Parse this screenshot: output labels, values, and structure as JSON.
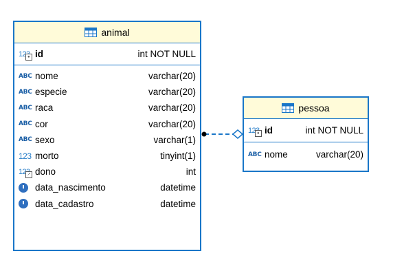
{
  "entities": {
    "animal": {
      "name": "animal",
      "pk": {
        "icon": "pk-number-icon",
        "name": "id",
        "type": "int NOT NULL"
      },
      "columns": [
        {
          "icon": "abc",
          "name": "nome",
          "type": "varchar(20)"
        },
        {
          "icon": "abc",
          "name": "especie",
          "type": "varchar(20)"
        },
        {
          "icon": "abc",
          "name": "raca",
          "type": "varchar(20)"
        },
        {
          "icon": "abc",
          "name": "cor",
          "type": "varchar(20)"
        },
        {
          "icon": "abc",
          "name": "sexo",
          "type": "varchar(1)"
        },
        {
          "icon": "num",
          "name": "morto",
          "type": "tinyint(1)"
        },
        {
          "icon": "fk",
          "name": "dono",
          "type": "int"
        },
        {
          "icon": "clock",
          "name": "data_nascimento",
          "type": "datetime"
        },
        {
          "icon": "clock",
          "name": "data_cadastro",
          "type": "datetime"
        }
      ]
    },
    "pessoa": {
      "name": "pessoa",
      "pk": {
        "icon": "pk-number-icon",
        "name": "id",
        "type": "int NOT NULL"
      },
      "columns": [
        {
          "icon": "abc",
          "name": "nome",
          "type": "varchar(20)"
        }
      ]
    }
  },
  "icons": {
    "abc_text": "ABC",
    "num_text": "123",
    "table": "table-icon"
  },
  "colors": {
    "border": "#1976c8",
    "header_bg": "#fffbd9",
    "icon_blue": "#1b5fa6"
  }
}
